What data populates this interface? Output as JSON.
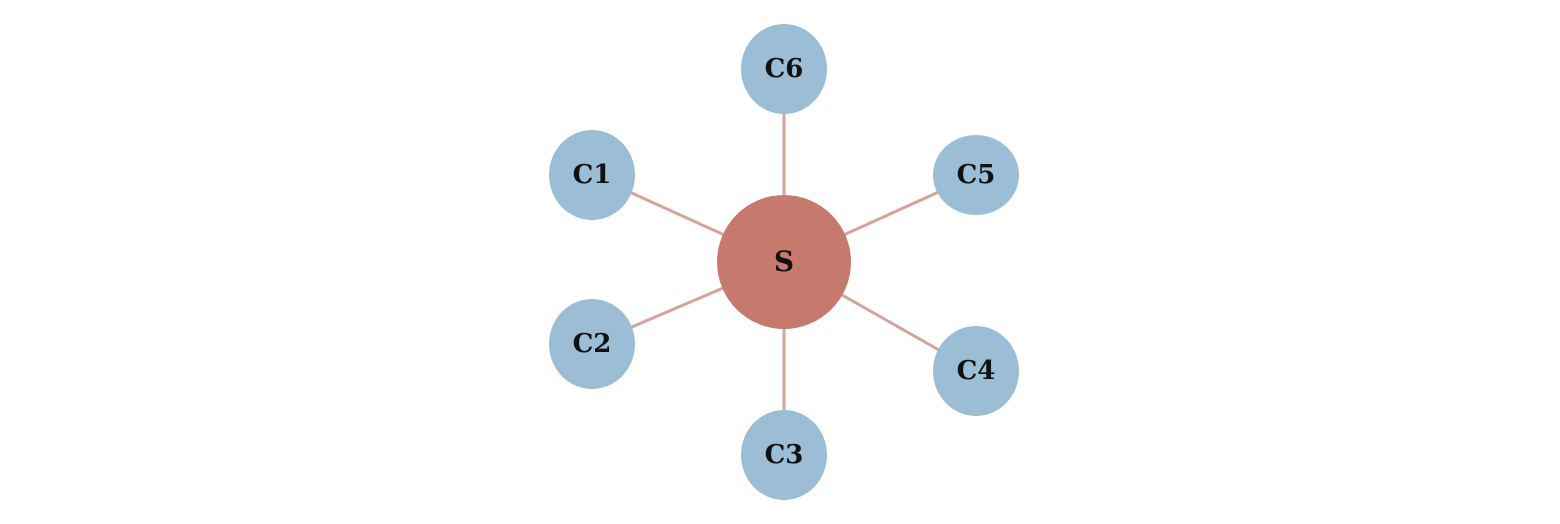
{
  "diagram": {
    "colors": {
      "hub_fill": "#C67A6D",
      "client_fill": "#9BBDD5",
      "edge_stroke": "#D4A49A",
      "label_text": "#111111"
    },
    "hub": {
      "id": "S",
      "label": "S"
    },
    "clients": [
      {
        "id": "C1",
        "label": "C1"
      },
      {
        "id": "C2",
        "label": "C2"
      },
      {
        "id": "C3",
        "label": "C3"
      },
      {
        "id": "C4",
        "label": "C4"
      },
      {
        "id": "C5",
        "label": "C5"
      },
      {
        "id": "C6",
        "label": "C6"
      }
    ],
    "edges": [
      {
        "from": "S",
        "to": "C1"
      },
      {
        "from": "S",
        "to": "C2"
      },
      {
        "from": "S",
        "to": "C3"
      },
      {
        "from": "S",
        "to": "C4"
      },
      {
        "from": "S",
        "to": "C5"
      },
      {
        "from": "S",
        "to": "C6"
      }
    ]
  }
}
